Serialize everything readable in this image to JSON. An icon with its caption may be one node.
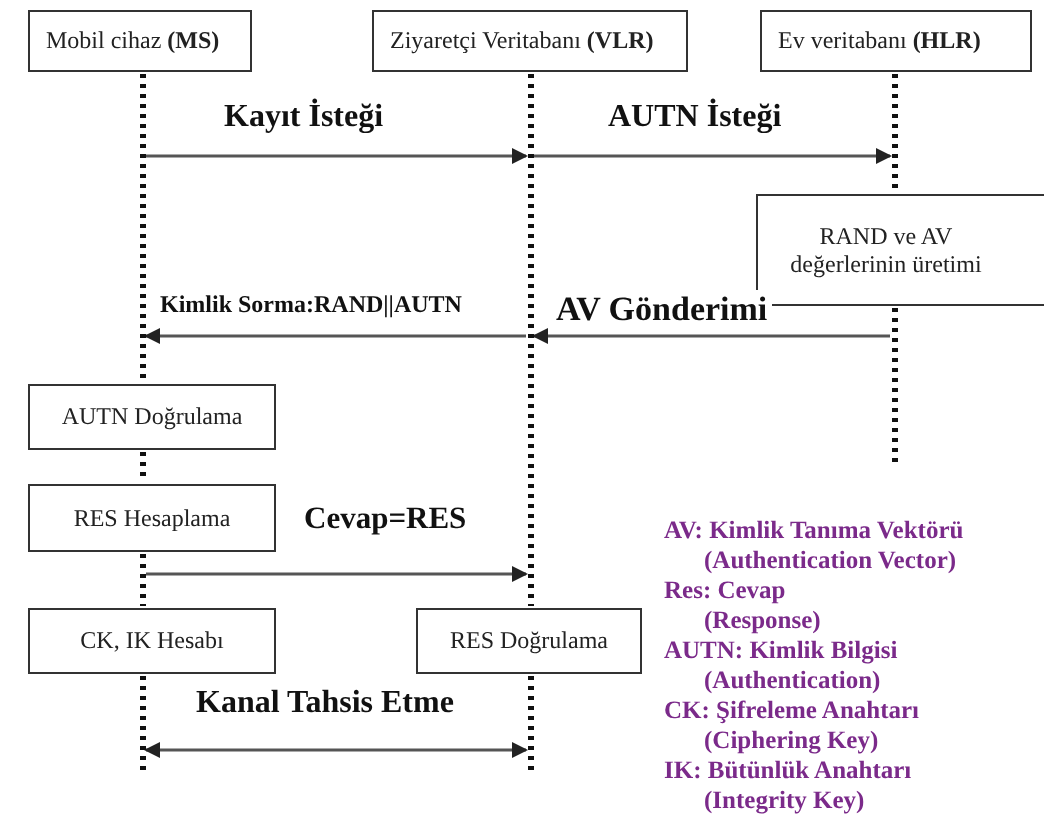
{
  "diagram": {
    "nodes": [
      {
        "text": [
          "Mobil cihaz **(MS)**"
        ]
      },
      {
        "text": [
          "Ziyaretçi Veritabanı **(VLR)**"
        ]
      },
      {
        "text": [
          "Ev veritabanı **(HLR)**"
        ]
      },
      {
        "text": [
          "RAND ve AV değerlerinin üretimi"
        ]
      },
      {
        "text": [
          "AUTN Doğrulama"
        ]
      },
      {
        "text": [
          "RES Hesaplama"
        ]
      },
      {
        "text": [
          "CK, IK Hesabı"
        ]
      },
      {
        "text": [
          "RES Doğrulama"
        ]
      },
      {
        "text": [],
        "shape": "line"
      },
      {
        "text": [],
        "shape": "line"
      },
      {
        "text": [],
        "shape": "line"
      },
      {
        "text": [],
        "shape": "line"
      },
      {
        "text": [],
        "shape": "line"
      },
      {
        "text": [],
        "shape": "line"
      },
      {
        "text": [],
        "shape": "line"
      },
      {
        "text": [],
        "shape": "line"
      }
    ],
    "edges": [
      {
        "from": 8,
        "to": 9,
        "arrow": "to",
        "label": "Kayıt İsteği"
      },
      {
        "from": 9,
        "to": 10,
        "arrow": "to",
        "label": "AUTN İsteği"
      },
      {
        "from": 11,
        "to": 9,
        "arrow": "to",
        "label": "AV Gönderimi"
      },
      {
        "from": 9,
        "to": 8,
        "arrow": "to",
        "label": "Kimlik Sorma:RAND||AUTN"
      },
      {
        "from": 13,
        "to": 9,
        "arrow": "to",
        "label": "Cevap=RES"
      },
      {
        "from": 14,
        "to": 15,
        "arrow": "both",
        "label": "Kanal Tahsis Etme"
      }
    ],
    "labels": [
      "AV: Kimlik Tanıma Vektörü",
      "(Authentication Vector)",
      "Res: Cevap",
      "(Response)",
      "AUTN: Kimlik Bilgisi",
      "(Authentication)",
      "CK: Şifreleme Anahtarı",
      "(Ciphering Key)",
      "IK: Bütünlük Anahtarı",
      "(Integrity Key)"
    ]
  }
}
